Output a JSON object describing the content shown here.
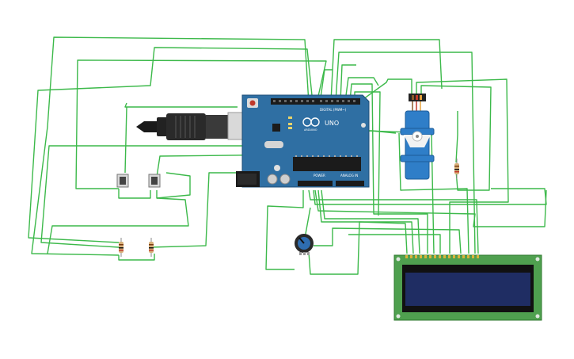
{
  "arduino": {
    "brand_label": "ARDUINO",
    "model_label": "UNO",
    "digital_label": "DIGITAL (PWM~)",
    "power_label": "POWER",
    "analog_label": "ANALOG IN",
    "board_color": "#2f6fa3"
  },
  "components": {
    "wire_color": "#3cb94a",
    "lcd_screen_color": "#1f2d63",
    "lcd_pcb_color": "#4fa04f",
    "servo_color": "#2f7ec8"
  }
}
